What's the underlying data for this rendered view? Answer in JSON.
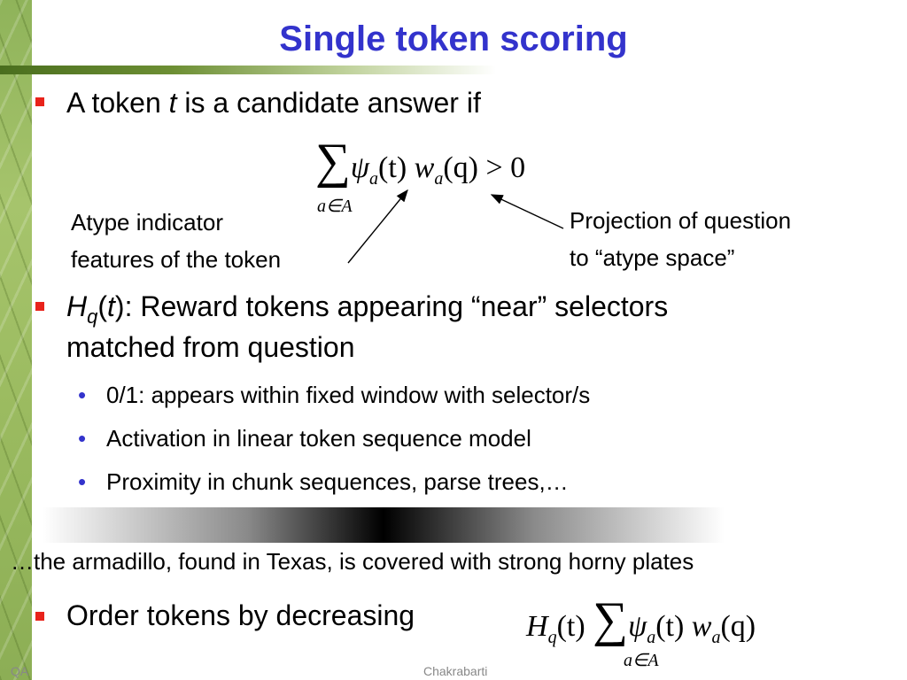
{
  "slide": {
    "title": "Single token scoring",
    "bullet1": {
      "prefix": "A token ",
      "var": "t",
      "suffix": " is a candidate answer if"
    },
    "formula1": {
      "sum": "∑",
      "psi": "ψ",
      "a": "a",
      "t_arg": "(t)",
      "w": "w",
      "q_arg": "(q)",
      "rel": "> 0",
      "under": "a∈A"
    },
    "annotation_left": {
      "line1": "Atype indicator",
      "line2": "features of the token"
    },
    "annotation_right": {
      "line1": "Projection of question",
      "line2": "to “atype space”"
    },
    "bullet2": {
      "H": "H",
      "q": "q",
      "open": "(",
      "t": "t",
      "rest": "): Reward tokens appearing “near” selectors",
      "line2": "matched from question"
    },
    "sub_bullets": [
      "0/1: appears within fixed window with selector/s",
      "Activation in linear token sequence model",
      "Proximity in chunk sequences, parse trees,…"
    ],
    "example_sentence": "…the armadillo, found in Texas, is covered with strong horny plates",
    "bullet3": {
      "text": "Order tokens by decreasing"
    },
    "formula2": {
      "H": "H",
      "q": "q",
      "t_arg": "(t)",
      "sum": "∑",
      "psi": "ψ",
      "a": "a",
      "w": "w",
      "q_arg": "(q)",
      "under": "a∈A"
    },
    "footer_left": "QA",
    "footer_center": "Chakrabarti"
  },
  "colors": {
    "title": "#3333cc",
    "bullet": "#e8231b",
    "sub_bullet": "#3333cc"
  }
}
